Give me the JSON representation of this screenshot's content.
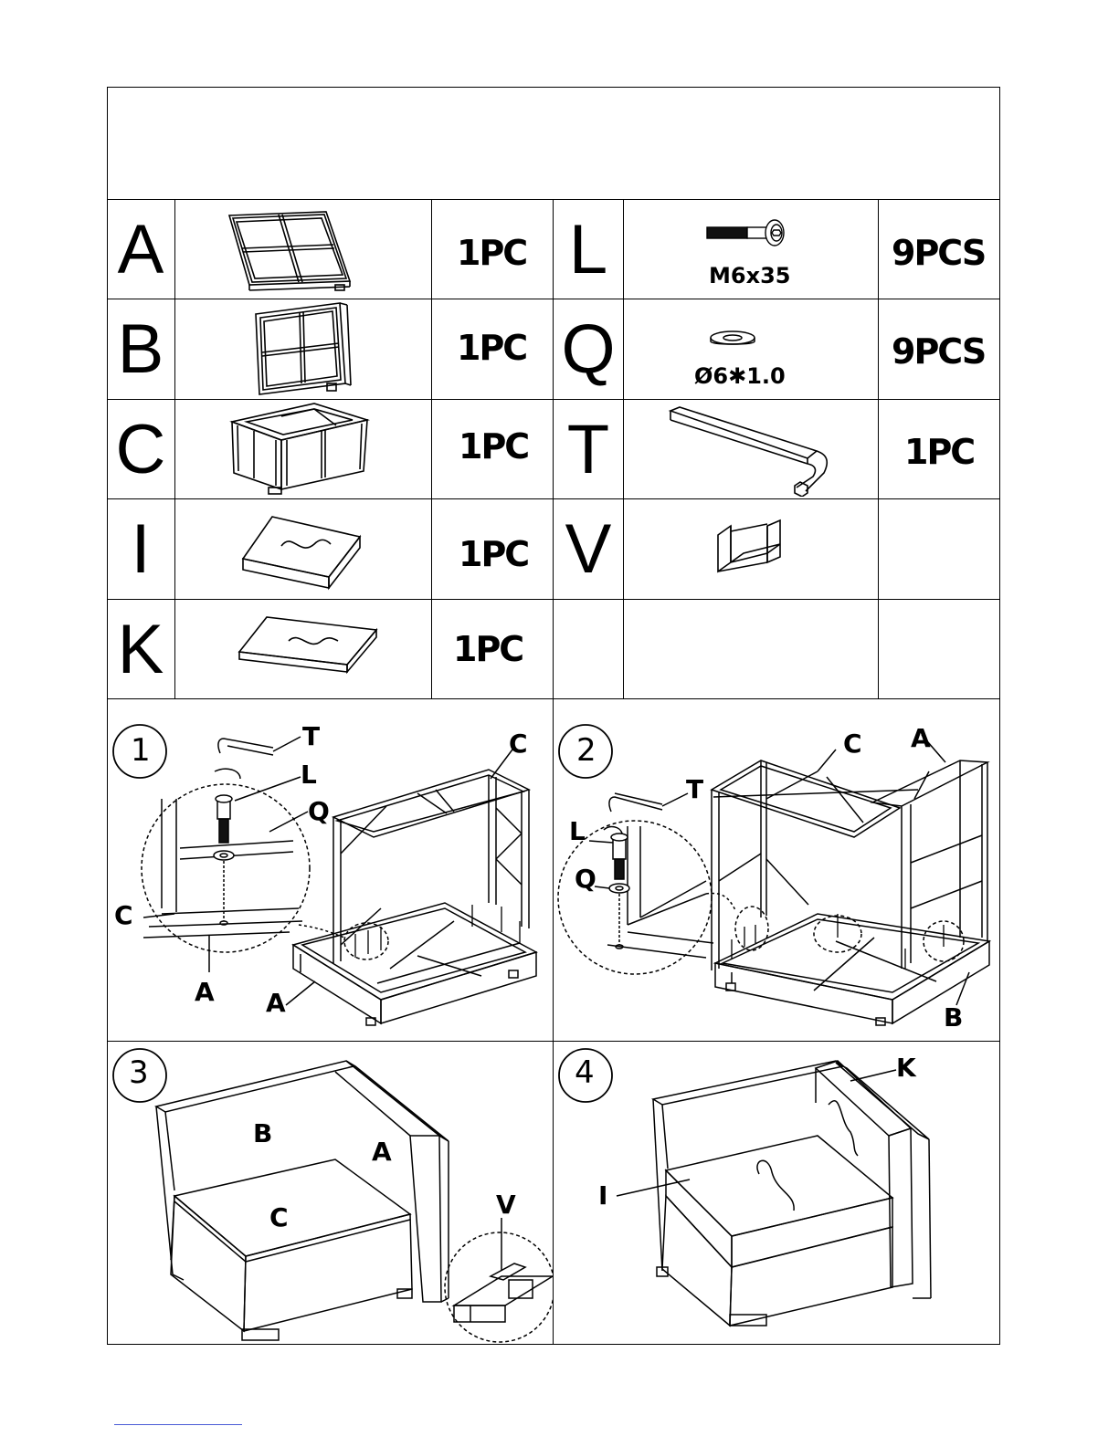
{
  "header": {
    "title": ""
  },
  "parts": [
    {
      "id": "A",
      "icon": "seat-frame-icon",
      "qty": "1PC"
    },
    {
      "id": "B",
      "icon": "back-frame-icon",
      "qty": "1PC"
    },
    {
      "id": "C",
      "icon": "base-frame-icon",
      "qty": "1PC"
    },
    {
      "id": "I",
      "icon": "seat-cushion-icon",
      "qty": "1PC"
    },
    {
      "id": "K",
      "icon": "back-cushion-icon",
      "qty": "1PC"
    }
  ],
  "hardware": [
    {
      "id": "L",
      "icon": "bolt-icon",
      "spec": "M6x35",
      "qty": "9PCS"
    },
    {
      "id": "Q",
      "icon": "washer-icon",
      "spec": "Ø6✱1.0",
      "qty": "9PCS"
    },
    {
      "id": "T",
      "icon": "allen-key-icon",
      "spec": "",
      "qty": "1PC"
    },
    {
      "id": "V",
      "icon": "clip-icon",
      "spec": "",
      "qty": ""
    }
  ],
  "steps": [
    {
      "number": "1",
      "labels": {
        "t": "T",
        "l": "L",
        "q": "Q",
        "c1": "C",
        "c2": "C",
        "a1": "A",
        "a2": "A"
      }
    },
    {
      "number": "2",
      "labels": {
        "t": "T",
        "l": "L",
        "q": "Q",
        "c": "C",
        "a": "A",
        "b": "B"
      }
    },
    {
      "number": "3",
      "labels": {
        "b": "B",
        "a": "A",
        "c": "C",
        "v": "V"
      }
    },
    {
      "number": "4",
      "labels": {
        "k": "K",
        "i": "I"
      }
    }
  ],
  "colors": {
    "line": "#000000",
    "paper": "#ffffff",
    "rule": "#4a5bd6"
  }
}
